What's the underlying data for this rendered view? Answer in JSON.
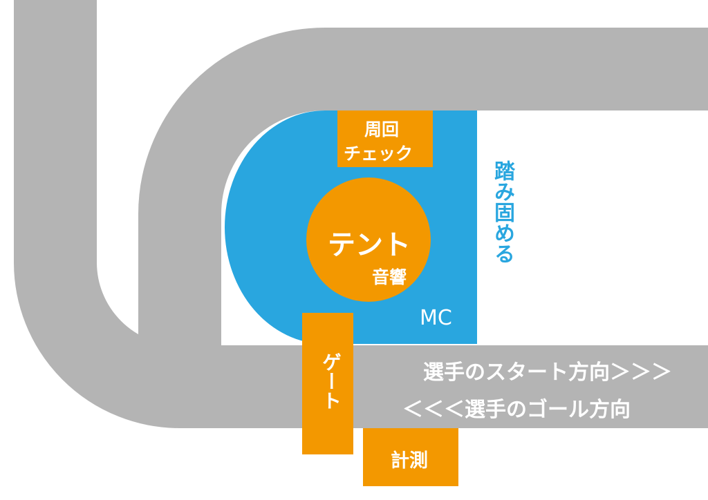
{
  "colors": {
    "track": "#b4b4b4",
    "area": "#29a6df",
    "accent": "#f39800",
    "text": "#ffffff"
  },
  "labels": {
    "lap_check_line1": "周回",
    "lap_check_line2": "チェック",
    "tent": "テント",
    "sound": "音響",
    "mc": "MC",
    "trample": "踏み固める",
    "gate": "ゲート",
    "timing": "計測",
    "start_direction": "選手のスタート方向＞＞＞",
    "goal_direction": "＜＜＜選手のゴール方向"
  }
}
